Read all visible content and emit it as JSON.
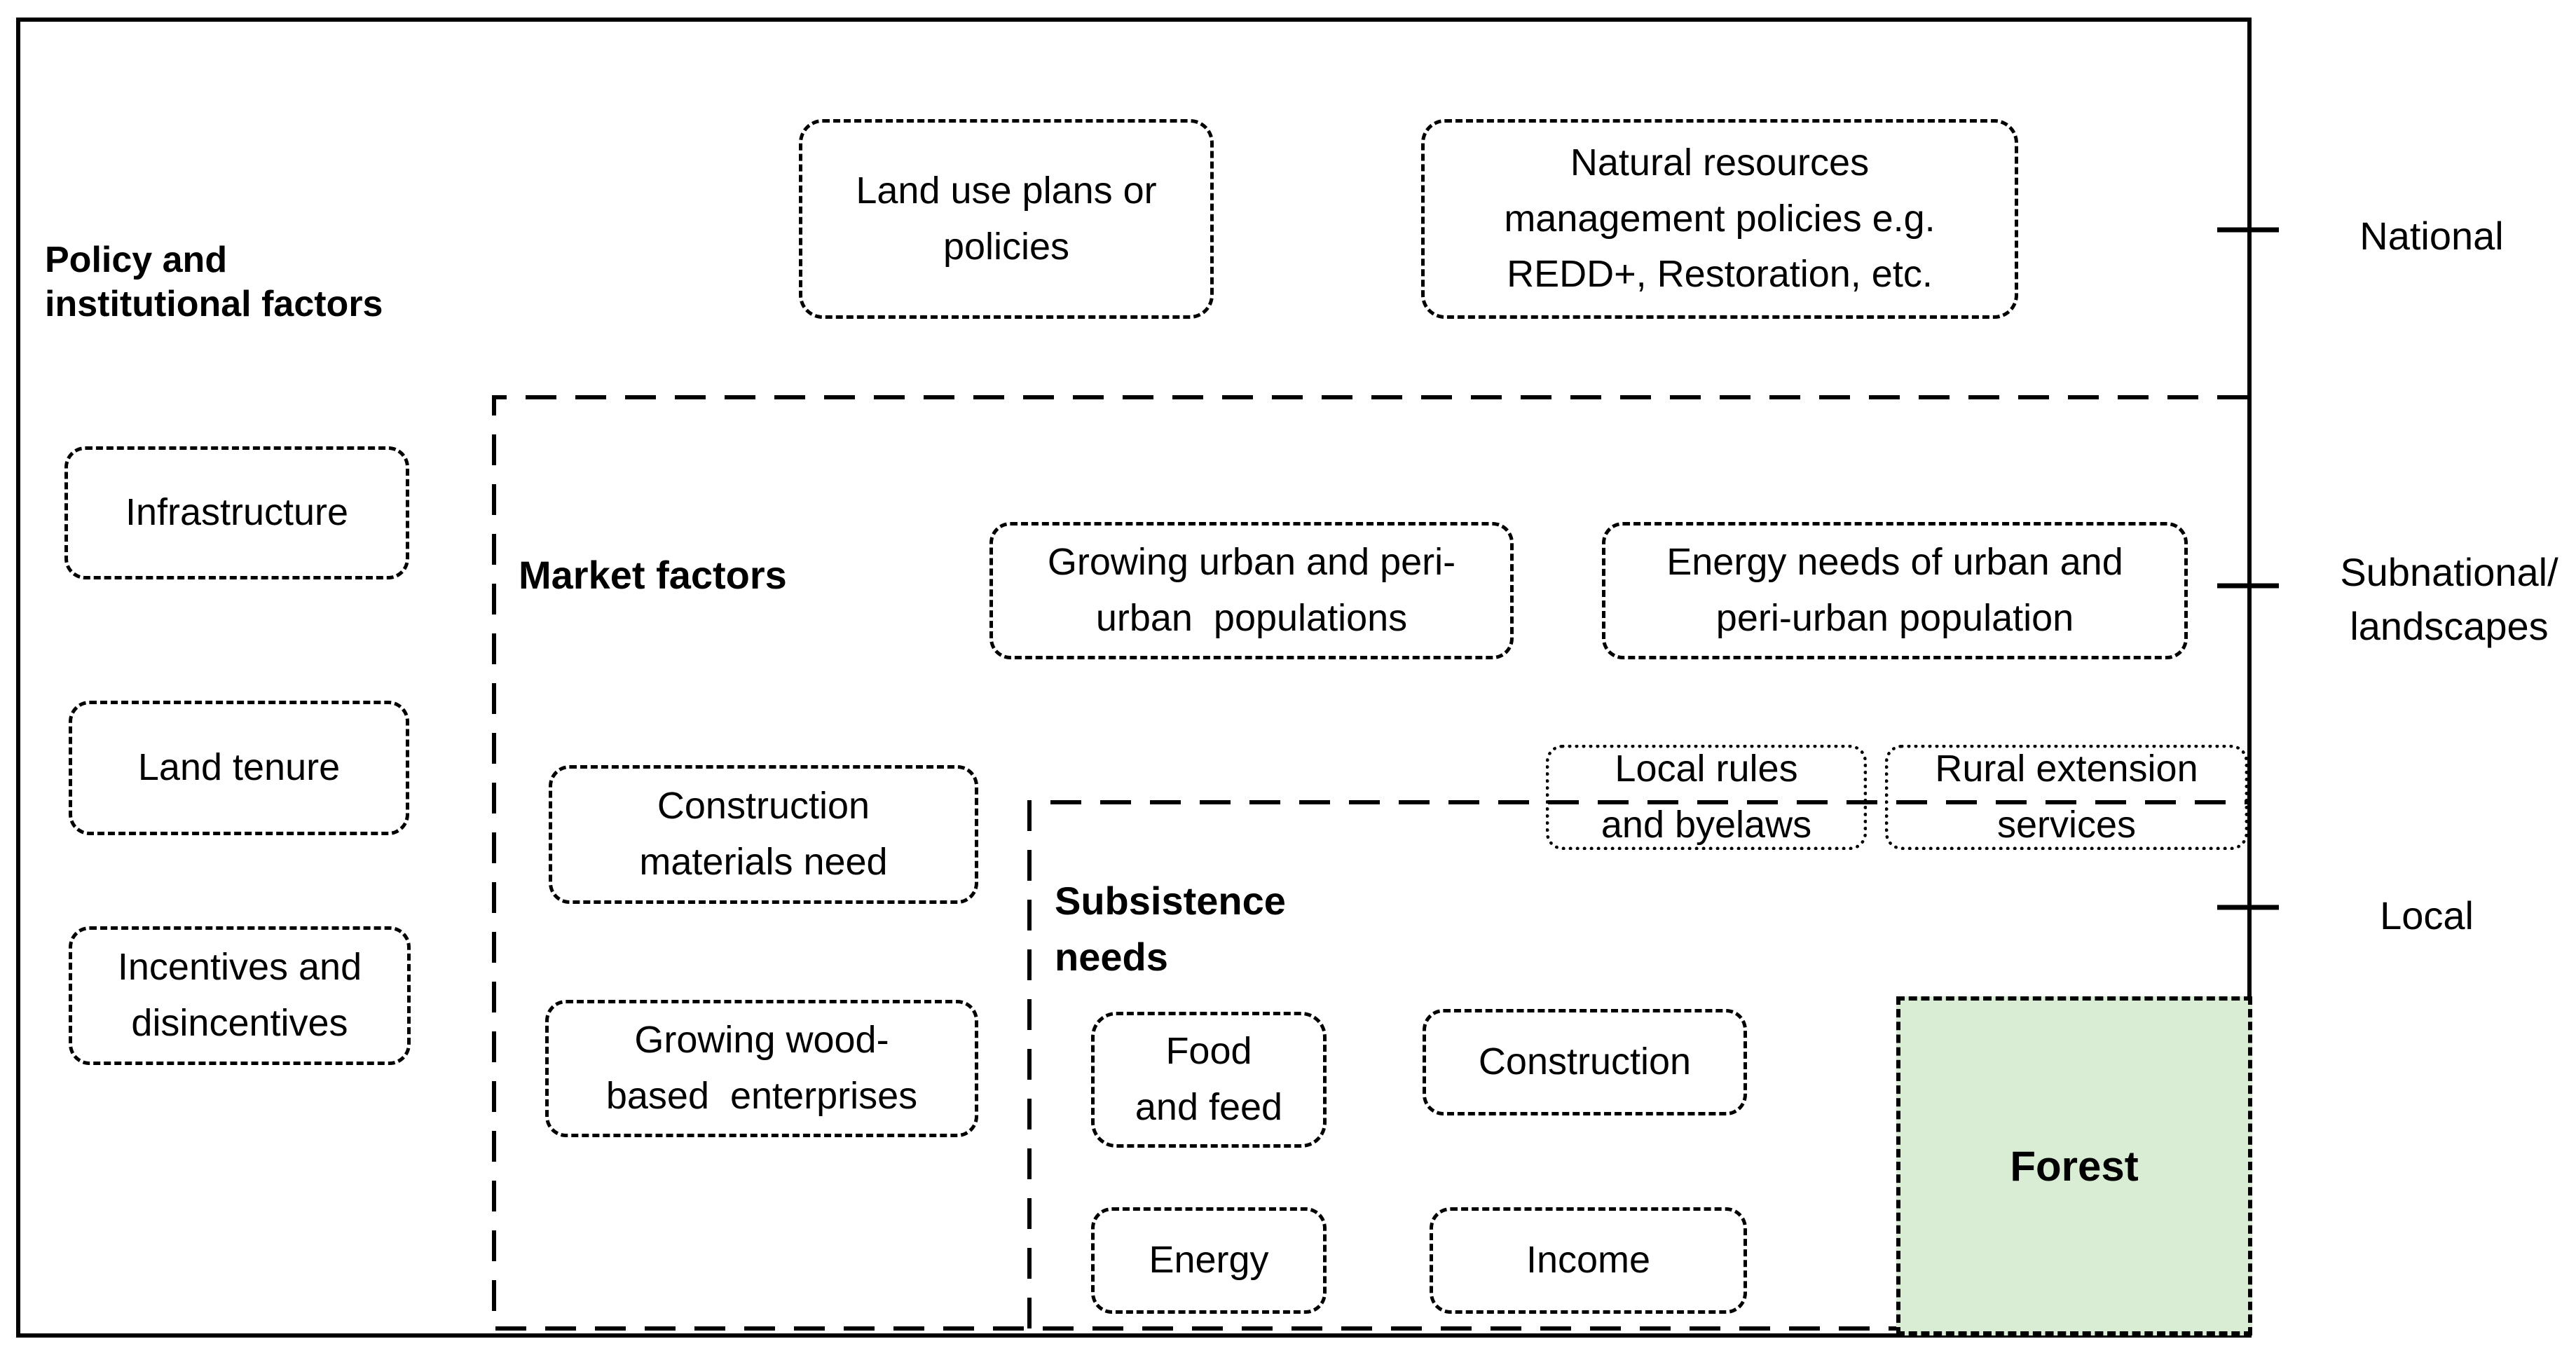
{
  "figure": {
    "background": "#ffffff",
    "stroke_color": "#000000",
    "forest_fill": "#d9edd4"
  },
  "policy_section": {
    "heading": "Policy and\ninstitutional factors",
    "boxes": {
      "infrastructure": "Infrastructure",
      "land_tenure": "Land tenure",
      "incentives": "Incentives and\ndisincentives"
    }
  },
  "national_boxes": {
    "land_use": "Land use plans or\npolicies",
    "natural_resources": "Natural resources\nmanagement policies e.g.\nREDD+, Restoration, etc."
  },
  "market_section": {
    "heading": "Market factors",
    "boxes": {
      "growing_urban": "Growing urban and peri-\nurban  populations",
      "energy_needs": "Energy needs of urban and\nperi-urban population",
      "construction_materials": "Construction\nmaterials need",
      "growing_wood": "Growing wood-\nbased  enterprises"
    }
  },
  "local_boxes": {
    "local_rules": "Local rules\nand byelaws",
    "rural_extension": "Rural extension\nservices"
  },
  "subsistence_section": {
    "heading": "Subsistence\nneeds",
    "boxes": {
      "food_feed": "Food\nand feed",
      "construction": "Construction",
      "energy": "Energy",
      "income": "Income"
    }
  },
  "forest_label": "Forest",
  "scale_axis": {
    "national": "National",
    "subnational": "Subnational/\nlandscapes",
    "local": "Local"
  }
}
